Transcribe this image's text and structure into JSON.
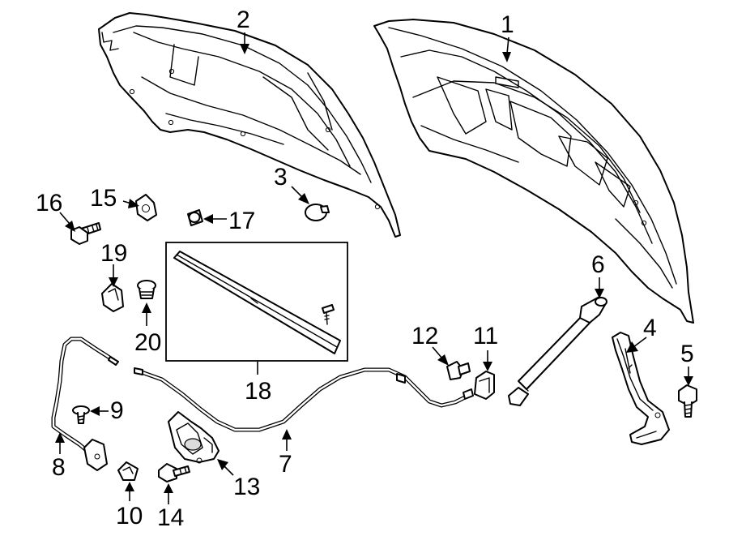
{
  "diagram": {
    "callouts": {
      "c1": "1",
      "c2": "2",
      "c3": "3",
      "c4": "4",
      "c5": "5",
      "c6": "6",
      "c7": "7",
      "c8": "8",
      "c9": "9",
      "c10": "10",
      "c11": "11",
      "c12": "12",
      "c13": "13",
      "c14": "14",
      "c15": "15",
      "c16": "16",
      "c17": "17",
      "c18": "18",
      "c19": "19",
      "c20": "20"
    }
  },
  "colors": {
    "line": "#000000",
    "background": "#ffffff",
    "shade": "#dcdcdc"
  }
}
